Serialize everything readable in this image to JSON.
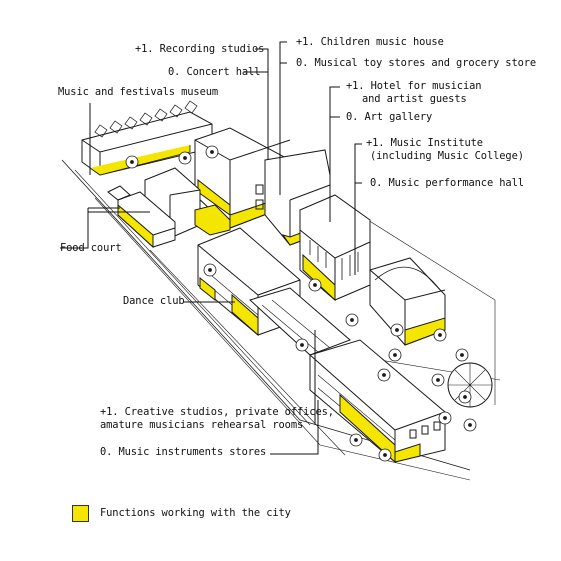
{
  "labels": {
    "recording_studios": "+1. Recording studios",
    "concert_hall": "0. Concert hall",
    "children_music_house": "+1. Children music house",
    "toy_grocery": "0. Musical toy stores and grocery store",
    "hotel_line1": "+1. Hotel for musician",
    "hotel_line2": "and artist guests",
    "art_gallery": "0. Art gallery",
    "institute_line1": "+1. Music Institute",
    "institute_line2": "(including Music College)",
    "performance_hall": "0. Music performance hall",
    "museum": "Music and festivals museum",
    "food_court": "Food court",
    "dance_club": "Dance club",
    "creative_line1": "+1. Creative studios, private offices,",
    "creative_line2": "amature musicians rehearsal rooms",
    "instrument_stores": "0. Music instruments stores"
  },
  "legend": {
    "label": "Functions working with the city",
    "color": "#f4e600"
  },
  "colors": {
    "highlight": "#f4e600",
    "line": "#1a1a1a",
    "background": "#ffffff"
  }
}
